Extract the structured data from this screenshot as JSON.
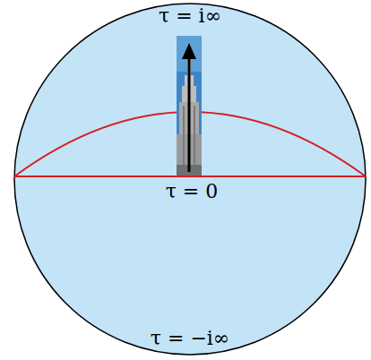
{
  "diagram": {
    "labels": [
      "τ = i∞",
      "τ = 0",
      "τ = −i∞"
    ]
  }
}
